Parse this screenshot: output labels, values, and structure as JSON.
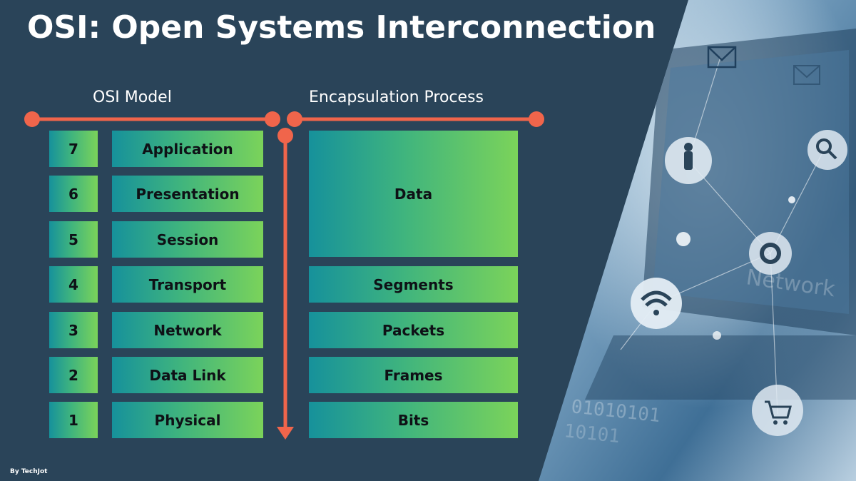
{
  "title": "OSI: Open Systems Interconnection",
  "osi_model_label": "OSI Model",
  "encapsulation_label": "Encapsulation Process",
  "layers": [
    {
      "number": "7",
      "name": "Application"
    },
    {
      "number": "6",
      "name": "Presentation"
    },
    {
      "number": "5",
      "name": "Session"
    },
    {
      "number": "4",
      "name": "Transport"
    },
    {
      "number": "3",
      "name": "Network"
    },
    {
      "number": "2",
      "name": "Data Link"
    },
    {
      "number": "1",
      "name": "Physical"
    }
  ],
  "pdus": [
    "Data",
    "Segments",
    "Packets",
    "Frames",
    "Bits"
  ],
  "background_text": [
    "Network",
    "01010101",
    "10101"
  ],
  "credit": "By TechJot",
  "colors": {
    "background": "#2a4459",
    "accent_line": "#f0654b",
    "gradient_start": "#16919b",
    "gradient_end": "#7bd35a",
    "title_text": "#ffffff",
    "box_text": "#0e1116"
  }
}
